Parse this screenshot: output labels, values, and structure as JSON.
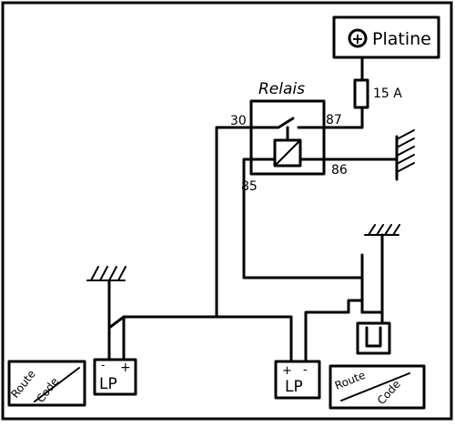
{
  "platine": {
    "label": "Platine",
    "symbol": "+"
  },
  "fuse": {
    "label": "15 A"
  },
  "relay": {
    "title": "Relais",
    "pin30": "30",
    "pin87": "87",
    "pin85": "85",
    "pin86": "86"
  },
  "lamps": {
    "left": {
      "label": "LP",
      "minus": "-",
      "plus": "+"
    },
    "right": {
      "label": "LP",
      "minus": "-",
      "plus": "+"
    }
  },
  "boxes": {
    "left": {
      "line1": "Route",
      "line2": "Code"
    },
    "right": {
      "line1": "Route",
      "line2": "Code"
    }
  }
}
